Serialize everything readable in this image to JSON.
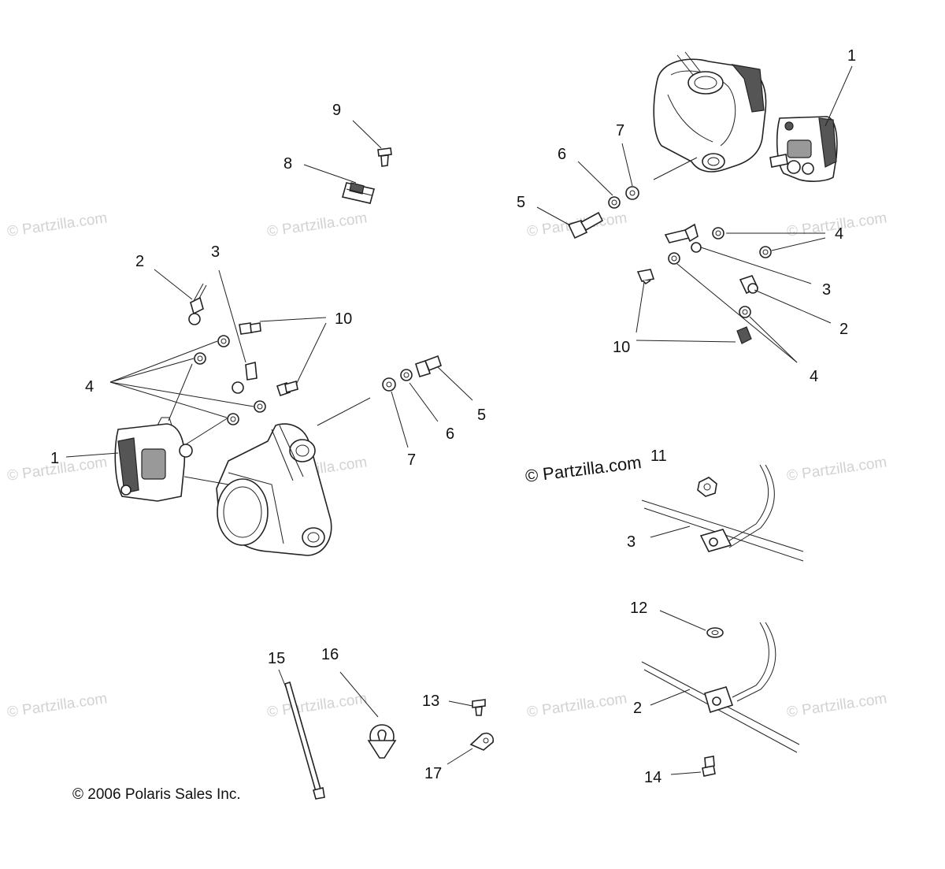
{
  "watermark": {
    "text": "© Partzilla.com"
  },
  "watermark_main": {
    "text": "© Partzilla.com"
  },
  "copyright": {
    "text": "© 2006 Polaris Sales Inc."
  },
  "callouts": {
    "r1": "1",
    "r7": "7",
    "r6": "6",
    "r5": "5",
    "r4a": "4",
    "r3": "3",
    "r2": "2",
    "r10": "10",
    "r4b": "4",
    "l9": "9",
    "l8": "8",
    "l3": "3",
    "l2": "2",
    "l10": "10",
    "l4": "4",
    "l1": "1",
    "l5": "5",
    "l6": "6",
    "l7": "7",
    "c11": "11",
    "c3": "3",
    "c12": "12",
    "c2": "2",
    "c14": "14",
    "b15": "15",
    "b16": "16",
    "b13": "13",
    "b17": "17"
  }
}
